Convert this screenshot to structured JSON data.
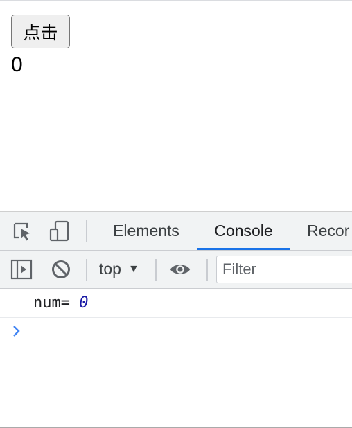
{
  "page": {
    "button_label": "点击",
    "counter_value": "0"
  },
  "devtools": {
    "tabs": [
      {
        "label": "Elements",
        "active": false
      },
      {
        "label": "Console",
        "active": true
      },
      {
        "label": "Recor",
        "active": false
      }
    ],
    "toolbar": {
      "context": "top",
      "context_arrow": "▼",
      "filter_placeholder": "Filter"
    },
    "console": {
      "log_label": "num= ",
      "log_value": "0"
    },
    "icons": [
      "inspect-element-icon",
      "device-toolbar-icon",
      "sidebar-toggle-icon",
      "clear-console-icon",
      "eye-icon",
      "prompt-chevron-icon"
    ],
    "colors": {
      "accent": "#1a73e8",
      "number": "#1a1aa6",
      "toolbar_bg": "#f1f3f4"
    }
  }
}
